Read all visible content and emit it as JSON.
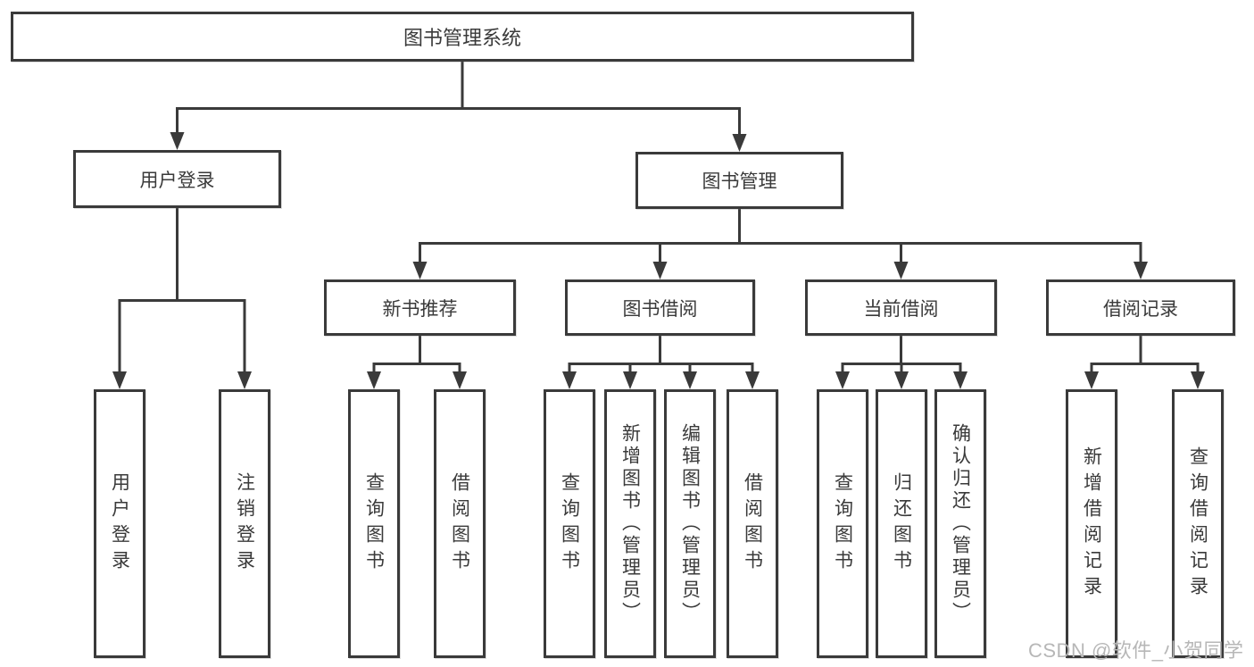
{
  "diagram": {
    "root": {
      "label": "图书管理系统",
      "children": [
        {
          "label": "用户登录",
          "children": [
            {
              "label": "用户登录"
            },
            {
              "label": "注销登录"
            }
          ]
        },
        {
          "label": "图书管理",
          "children": [
            {
              "label": "新书推荐",
              "children": [
                {
                  "label": "查询图书"
                },
                {
                  "label": "借阅图书"
                }
              ]
            },
            {
              "label": "图书借阅",
              "children": [
                {
                  "label": "查询图书"
                },
                {
                  "label": "新增图书（管理员）"
                },
                {
                  "label": "编辑图书（管理员）"
                },
                {
                  "label": "借阅图书"
                }
              ]
            },
            {
              "label": "当前借阅",
              "children": [
                {
                  "label": "查询图书"
                },
                {
                  "label": "归还图书"
                },
                {
                  "label": "确认归还（管理员）"
                }
              ]
            },
            {
              "label": "借阅记录",
              "children": [
                {
                  "label": "新增借阅记录"
                },
                {
                  "label": "查询借阅记录"
                }
              ]
            }
          ]
        }
      ]
    },
    "colors": {
      "line": "#3a3a3a",
      "text": "#3a3a3a",
      "box_background": "#ffffff",
      "watermark": "#b7b7b7",
      "background": "#ffffff"
    }
  },
  "watermark": {
    "text": "CSDN @软件_小贺同学"
  }
}
